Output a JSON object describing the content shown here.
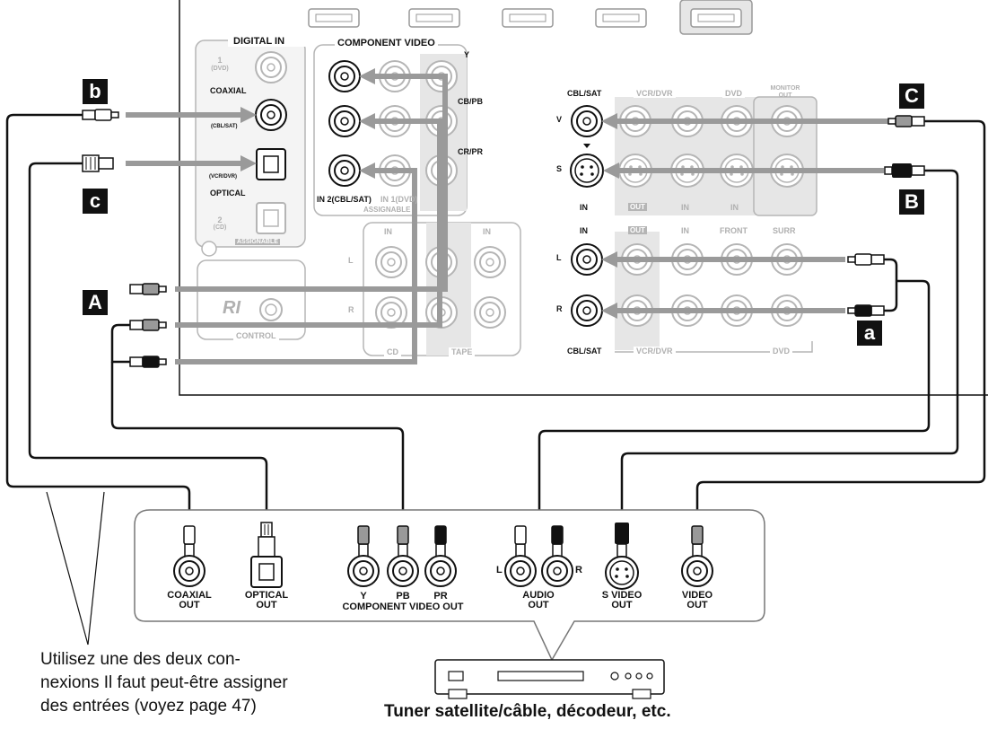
{
  "receiver": {
    "digital_in": {
      "title": "DIGITAL IN",
      "in1": "1",
      "in1_sub": "(DVD)",
      "coaxial": "COAXIAL",
      "coax_sub": "(CBL/SAT)",
      "vcr_sub": "(VCR/DVR)",
      "optical": "OPTICAL",
      "in2": "2",
      "in2_sub": "(CD)",
      "assignable": "ASSIGNABLE"
    },
    "component_video": {
      "title": "COMPONENT VIDEO",
      "y": "Y",
      "cb": "CB/PB",
      "cr": "CR/PR",
      "in2": "IN 2(CBL/SAT)",
      "in1": "IN 1(DVD)",
      "assignable": "ASSIGNABLE"
    },
    "ri": {
      "logo": "RI",
      "control": "CONTROL"
    },
    "audio_left": {
      "in": "IN",
      "l": "L",
      "r": "R",
      "cd": "CD",
      "tape": "TAPE"
    },
    "video_section": {
      "cbl_sat": "CBL/SAT",
      "vcr_dvr": "VCR/DVR",
      "dvd": "DVD",
      "monitor_out": "MONITOR OUT",
      "v": "V",
      "s": "S",
      "in": "IN",
      "out": "OUT"
    },
    "audio_right": {
      "in": "IN",
      "out": "OUT",
      "front": "FRONT",
      "surr": "SURR",
      "l": "L",
      "r": "R",
      "cbl_sat": "CBL/SAT",
      "vcr_dvr": "VCR/DVR",
      "dvd": "DVD"
    }
  },
  "tags": {
    "b": "b",
    "c": "c",
    "A": "A",
    "C": "C",
    "B": "B",
    "a": "a"
  },
  "device": {
    "coaxial_out": [
      "COAXIAL",
      "OUT"
    ],
    "optical_out": [
      "OPTICAL",
      "OUT"
    ],
    "y": "Y",
    "pb": "PB",
    "pr": "PR",
    "component_out": "COMPONENT VIDEO OUT",
    "audio_l": "L",
    "audio_r": "R",
    "audio_out": [
      "AUDIO",
      "OUT"
    ],
    "svideo_out": [
      "S VIDEO",
      "OUT"
    ],
    "video_out": [
      "VIDEO",
      "OUT"
    ],
    "name": "Tuner satellite/câble, décodeur, etc."
  },
  "note": [
    "Utilisez une des deux con-",
    "nexions Il faut peut-être assigner",
    "des entrées (voyez page 47)"
  ],
  "colors": {
    "cable": "#111111",
    "arrow": "#9a9a9a",
    "panel": "#e6e6e6",
    "grey_text": "#b0b0b0"
  }
}
